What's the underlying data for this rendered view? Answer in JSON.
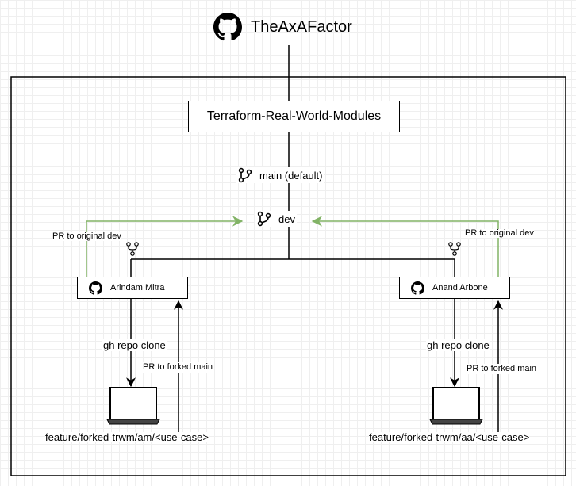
{
  "org": {
    "name": "TheAxAFactor",
    "icon": "github-icon"
  },
  "repo": {
    "name": "Terraform-Real-World-Modules"
  },
  "branches": {
    "main": "main (default)",
    "dev": "dev"
  },
  "left": {
    "user": "Arindam Mitra",
    "pr_original": "PR to original dev",
    "clone": "gh repo clone",
    "pr_forked": "PR to forked main",
    "feature_branch": "feature/forked-trwm/am/<use-case>"
  },
  "right": {
    "user": "Anand Arbone",
    "pr_original": "PR to original dev",
    "clone": "gh repo clone",
    "pr_forked": "PR to forked main",
    "feature_branch": "feature/forked-trwm/aa/<use-case>"
  },
  "colors": {
    "line": "#000000",
    "pr_arrow": "#82b366"
  }
}
